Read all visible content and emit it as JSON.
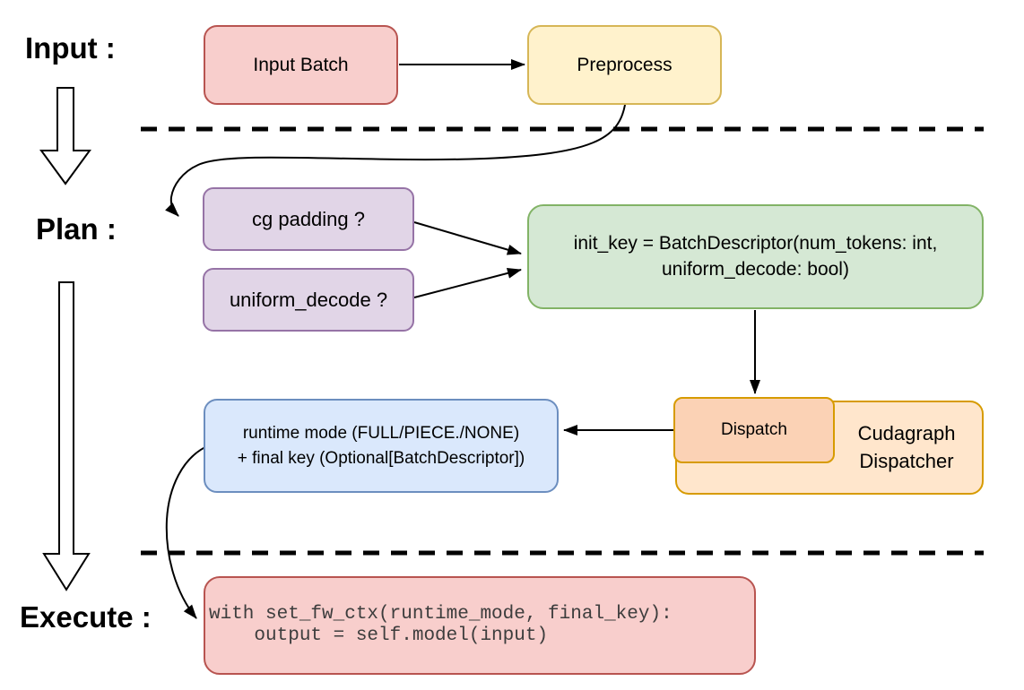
{
  "stages": {
    "input_label": "Input :",
    "plan_label": "Plan :",
    "execute_label": "Execute :"
  },
  "nodes": {
    "input_batch": {
      "label": "Input Batch",
      "fill": "#f8cecc",
      "stroke": "#b85450"
    },
    "preprocess": {
      "label": "Preprocess",
      "fill": "#fff2cc",
      "stroke": "#d6b656"
    },
    "cg_padding": {
      "label": "cg padding ?",
      "fill": "#e1d5e7",
      "stroke": "#9673a6"
    },
    "uniform_decode": {
      "label": "uniform_decode ?",
      "fill": "#e1d5e7",
      "stroke": "#9673a6"
    },
    "init_key": {
      "line1": "init_key = BatchDescriptor(num_tokens: int,",
      "line2": "uniform_decode: bool)",
      "fill": "#d5e8d4",
      "stroke": "#82b366"
    },
    "dispatch": {
      "label": "Dispatch",
      "fill": "#fbd2b5",
      "stroke": "#d79b00"
    },
    "cudagraph_dispatcher": {
      "line1": "Cudagraph",
      "line2": "Dispatcher",
      "fill": "#ffe6cc",
      "stroke": "#d79b00"
    },
    "runtime_result": {
      "line1": "runtime mode (FULL/PIECE./NONE)",
      "line2": "+ final key (Optional[BatchDescriptor])",
      "fill": "#dae8fc",
      "stroke": "#6c8ebf"
    },
    "execute_code": {
      "line1": "with set_fw_ctx(runtime_mode, final_key):",
      "line2": "    output = self.model(input)",
      "fill": "#f8cecc",
      "stroke": "#b85450"
    }
  },
  "colors": {
    "connector": "#000000",
    "hollow_arrow_fill": "#ffffff",
    "divider": "#000000"
  }
}
